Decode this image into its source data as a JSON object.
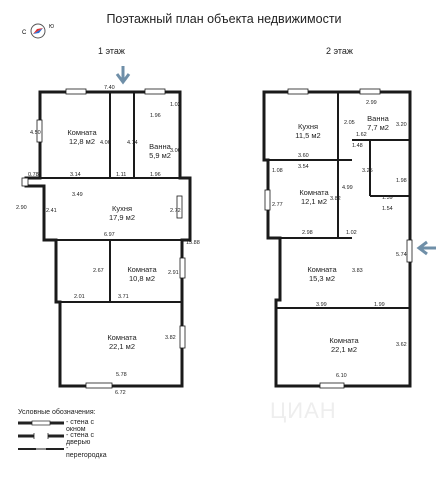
{
  "title": "Поэтажный план объекта недвижимости",
  "compass": {
    "letters": [
      "С",
      "Ю"
    ]
  },
  "floors": [
    {
      "label": "1 этаж",
      "rooms": [
        {
          "name": "Комната",
          "area": "12,8 м2"
        },
        {
          "name": "Ванна",
          "area": "5,9 м2"
        },
        {
          "name": "Кухня",
          "area": "17,9 м2"
        },
        {
          "name": "Комната",
          "area": "10,8 м2"
        },
        {
          "name": "Комната",
          "area": "22,1 м2"
        }
      ],
      "dimensions": [
        "7.40",
        "1.02",
        "1.96",
        "4.50",
        "4.06",
        "4.14",
        "3.00",
        "0.78",
        "3.14",
        "1.11",
        "1.96",
        "2.90",
        "3.49",
        "2.41",
        "2.72",
        "6.97",
        "15.88",
        "2.67",
        "2.91",
        "2.01",
        "3.71",
        "3.82",
        "5.78",
        "6.72"
      ]
    },
    {
      "label": "2 этаж",
      "rooms": [
        {
          "name": "Кухня",
          "area": "11,5 м2"
        },
        {
          "name": "Ванна",
          "area": "7,7 м2"
        },
        {
          "name": "Комната",
          "area": "12,1 м2"
        },
        {
          "name": "Комната",
          "area": "15,3 м2"
        },
        {
          "name": "Комната",
          "area": "22,1 м2"
        }
      ],
      "dimensions": [
        "2.99",
        "2.05",
        "3.20",
        "1.62",
        "1.48",
        "3.60",
        "3.54",
        "1.08",
        "3.25",
        "1.98",
        "4.99",
        "1.39",
        "1.54",
        "2.77",
        "3.82",
        "2.98",
        "1.02",
        "5.74",
        "3.83",
        "3.99",
        "1.99",
        "3.62",
        "6.10"
      ]
    }
  ],
  "legend": {
    "title": "Условные обозначения:",
    "items": [
      "- стена с окном",
      "- стена с дверью",
      "- перегородка"
    ]
  },
  "watermark": "ЦИАН"
}
